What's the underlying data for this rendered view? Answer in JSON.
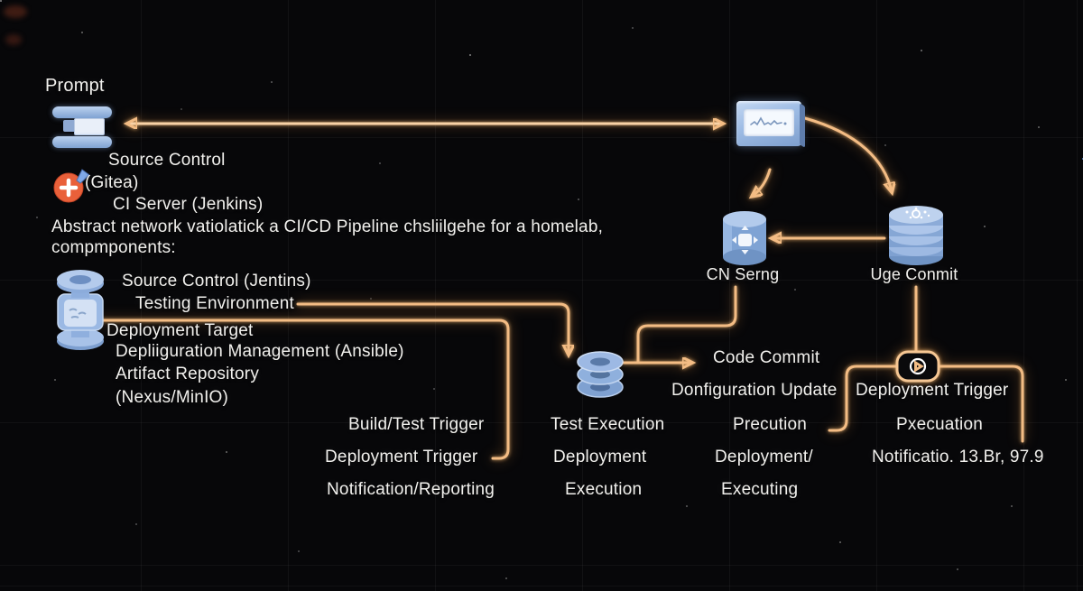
{
  "prompt": {
    "label": "Prompt"
  },
  "header": {
    "source_control": "Source Control",
    "gitea": "(Gitea)",
    "ci_server": "CI Server (Jenkins)",
    "desc_line1": "Abstract network vatiolatick a CI/CD Pipeline chsliilgehe for a homelab,",
    "desc_line2": "compmponents:"
  },
  "components": {
    "item1": "Source Control (Jentins)",
    "item2": "Testing Environment",
    "item3": "Deployment Target",
    "item4": "Depliiguration Management (Ansible)",
    "item5": "Artifact Repository",
    "item6": "(Nexus/MinIO)"
  },
  "nodes": {
    "cn_serng": "CN Serng",
    "uge_conmit": "Uge Conmit"
  },
  "labels": {
    "code_commit": "Code Commit",
    "donfiguration_update": "Donfiguration Update",
    "deployment_trigger_right": "Deployment Trigger",
    "build_test_trigger": "Build/Test Trigger",
    "deployment_trigger": "Deployment Trigger",
    "notification_reporting": "Notification/Reporting",
    "test_execution": "Test Execution",
    "deployment": "Deployment",
    "execution": "Execution",
    "precution": "Precution",
    "deployment_slash": "Deployment/",
    "executing": "Executing",
    "pxecuation": "Pxecuation",
    "notificatio": "Notificatio. 13.Br, 97.9"
  },
  "colors": {
    "line_orange": "#f3bc84",
    "icon_blue": "#9bb9e4",
    "background": "#070709",
    "text": "#f2f1ee",
    "gitea_orange": "#e9603a"
  }
}
